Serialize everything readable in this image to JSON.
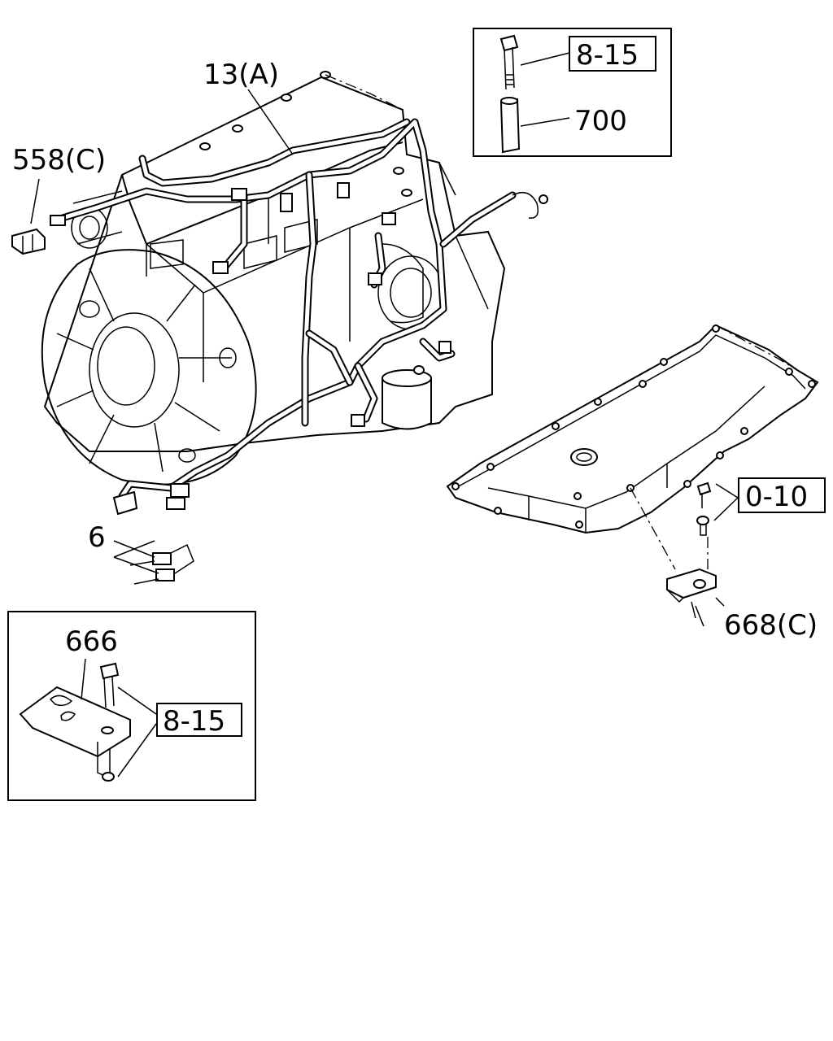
{
  "callouts": {
    "harness": "13(A)",
    "connector_558": "558(C)",
    "connector_6": "6",
    "bracket_668": "668(C)",
    "ref_0_10": "0-10",
    "bracket_666": "666"
  },
  "inset_top": {
    "ref": "8-15",
    "part": "700"
  },
  "inset_bottom": {
    "ref": "8-15"
  }
}
